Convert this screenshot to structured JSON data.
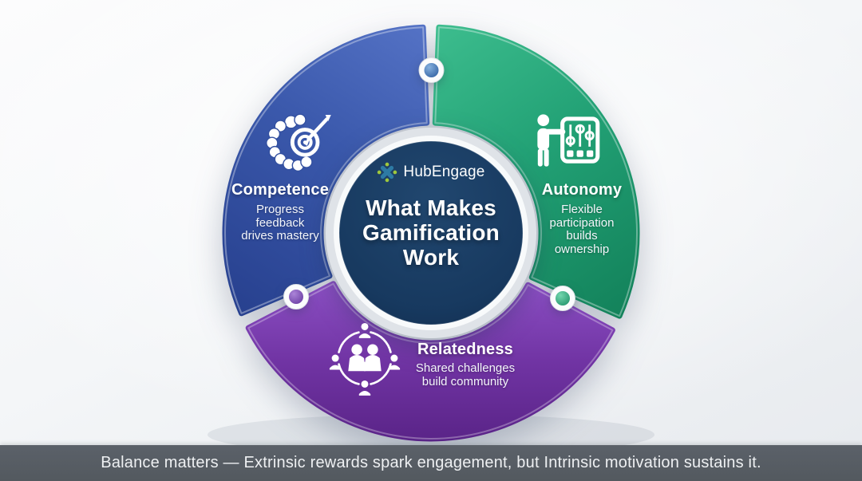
{
  "brand": {
    "logo_text": "HubEngage"
  },
  "center": {
    "title_lines": [
      "What Makes",
      "Gamification",
      "Work"
    ]
  },
  "segments": [
    {
      "id": "competence",
      "label": "Competence",
      "description_lines": [
        "Progress",
        "feedback",
        "drives mastery"
      ],
      "color": "#3a58ab",
      "icon": "brain-target-icon"
    },
    {
      "id": "autonomy",
      "label": "Autonomy",
      "description_lines": [
        "Flexible",
        "participation",
        "builds",
        "ownership"
      ],
      "color": "#22a175",
      "icon": "person-controls-icon"
    },
    {
      "id": "relatedness",
      "label": "Relatedness",
      "description_lines": [
        "Shared challenges",
        "build community"
      ],
      "color": "#7134a4",
      "icon": "community-handshake-icon"
    }
  ],
  "footer": {
    "caption": "Balance matters — Extrinsic rewards spark engagement, but Intrinsic motivation sustains it."
  },
  "colors": {
    "center_circle": "#16365c",
    "background": "#f2f4f6",
    "footer_bar": "#565c64",
    "logo_x": "#2d7aa4",
    "logo_dots": "#9fc83c",
    "node_sphere_top": "#3f74b5",
    "node_sphere_bottom_left": "#7a4cb5",
    "node_sphere_bottom_right": "#37b183"
  }
}
